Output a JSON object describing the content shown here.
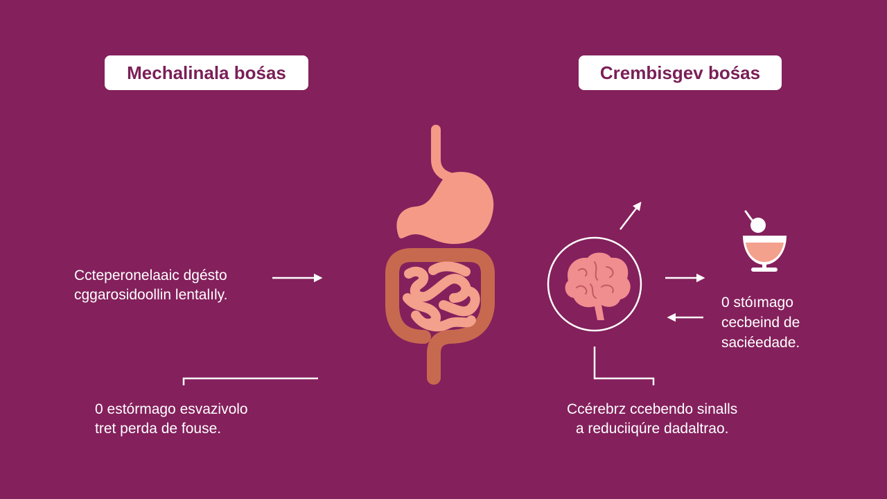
{
  "labels": {
    "left_title": "Mechalinala bośas",
    "right_title": "Crembisgev bośas"
  },
  "captions": {
    "left_mid": [
      "Ccteperonelaaic dgésto",
      "cggarosidoollin lentalıly."
    ],
    "left_bottom": [
      "0 estórmago esvazivolo",
      "tret perda de fouse."
    ],
    "right_mid": [
      "0 stóımago",
      "cecbeind de",
      "saciéedade."
    ],
    "right_bottom": [
      "Ccérebrz ccebendo sinalls",
      "a reduciiqúre dadaltrao."
    ]
  },
  "colors": {
    "background": "#84205c",
    "title_text": "#7a1f57",
    "stomach": "#f59a87",
    "small_intestine": "#f3a08c",
    "large_intestine": "#c7694f",
    "brain": "#f08d8f",
    "line": "#ffffff"
  },
  "icons": {
    "center": "digestive-system-icon",
    "brain": "brain-icon",
    "glass": "wine-glass-icon"
  }
}
